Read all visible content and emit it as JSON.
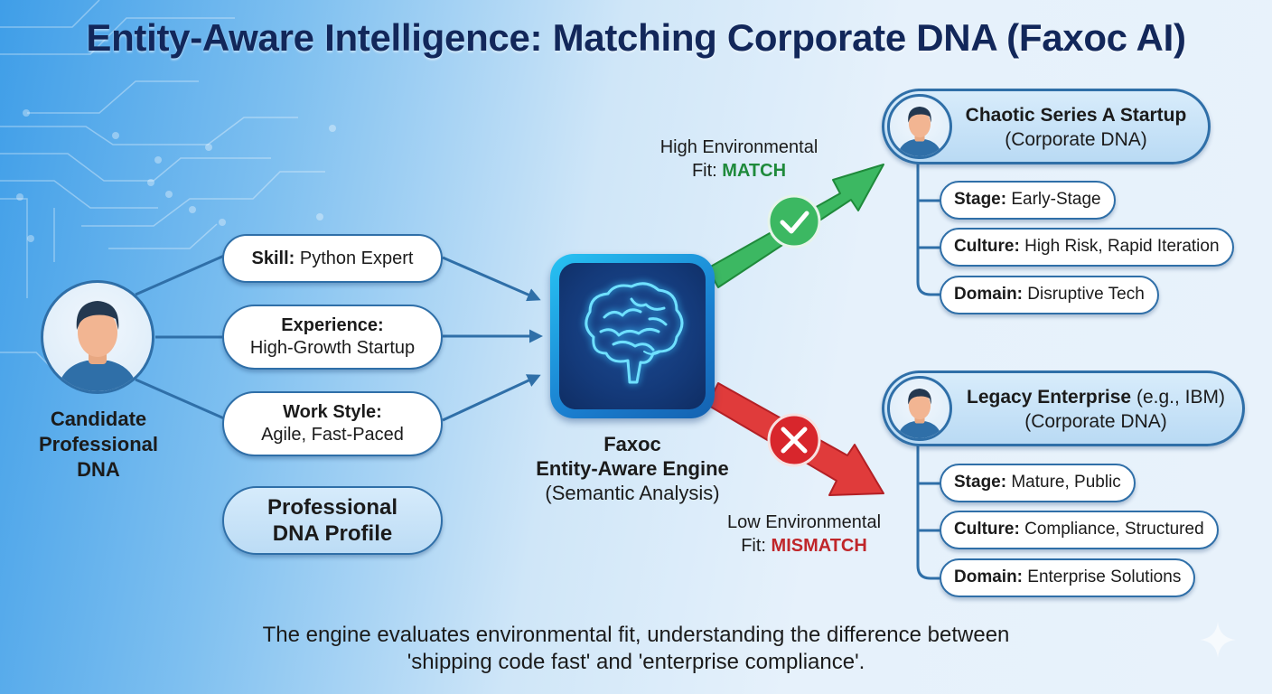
{
  "title": "Entity-Aware Intelligence: Matching Corporate DNA (Faxoc AI)",
  "candidate": {
    "label_lines": [
      "Candidate",
      "Professional",
      "DNA"
    ],
    "icon": "person-avatar-icon",
    "attributes": [
      {
        "key": "Skill:",
        "value": "Python Expert"
      },
      {
        "key": "Experience:",
        "value": "High-Growth Startup"
      },
      {
        "key": "Work Style:",
        "value": "Agile, Fast-Paced"
      }
    ],
    "profile_label_lines": [
      "Professional",
      "DNA Profile"
    ]
  },
  "engine": {
    "icon": "brain-icon",
    "name": "Faxoc",
    "subtitle": "Entity-Aware Engine",
    "description": "(Semantic Analysis)"
  },
  "outcomes": {
    "match": {
      "line1": "High Environmental",
      "prefix": "Fit: ",
      "status": "MATCH",
      "icon": "check-icon",
      "color": "#1f8a3b"
    },
    "mismatch": {
      "line1": "Low Environmental",
      "prefix": "Fit: ",
      "status": "MISMATCH",
      "icon": "x-icon",
      "color": "#c0262a"
    }
  },
  "companies": [
    {
      "name": "Chaotic Series A Startup",
      "name_suffix": "",
      "subtitle": "(Corporate DNA)",
      "attributes": [
        {
          "key": "Stage:",
          "value": "Early-Stage"
        },
        {
          "key": "Culture:",
          "value": "High Risk, Rapid Iteration"
        },
        {
          "key": "Domain:",
          "value": "Disruptive Tech"
        }
      ]
    },
    {
      "name": "Legacy Enterprise",
      "name_suffix": "(e.g., IBM)",
      "subtitle": "(Corporate DNA)",
      "attributes": [
        {
          "key": "Stage:",
          "value": "Mature, Public"
        },
        {
          "key": "Culture:",
          "value": "Compliance, Structured"
        },
        {
          "key": "Domain:",
          "value": "Enterprise Solutions"
        }
      ]
    }
  ],
  "footer": {
    "line1": "The engine evaluates environmental fit, understanding the difference between",
    "line2": "'shipping code fast' and 'enterprise compliance'."
  },
  "colors": {
    "title": "#12275a",
    "border": "#2f6fa8",
    "match_green": "#3cb862",
    "mismatch_red": "#e03b3b"
  }
}
